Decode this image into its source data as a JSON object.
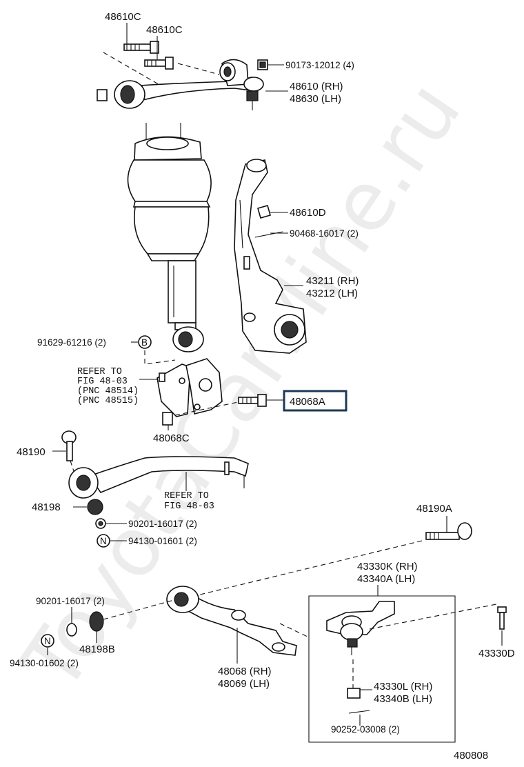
{
  "watermark": "ToyotaCarMine.ru",
  "diagram_code": "480808",
  "labels": {
    "p48610c_a": "48610C",
    "p48610c_b": "48610C",
    "p90173": "90173-12012 (4)",
    "p48610": "48610 (RH)",
    "p48630": "48630 (LH)",
    "p48610d": "48610D",
    "p90468": "90468-16017 (2)",
    "p43211": "43211 (RH)",
    "p43212": "43212 (LH)",
    "p91629": "91629-61216 (2)",
    "ref1_a": "REFER TO",
    "ref1_b": "FIG 48-03",
    "ref1_c": "(PNC 48514)",
    "ref1_d": "(PNC 48515)",
    "p48068a": "48068A",
    "p48068c": "48068C",
    "p48190": "48190",
    "ref2_a": "REFER TO",
    "ref2_b": "FIG 48-03",
    "p48198": "48198",
    "p90201_a": "90201-16017 (2)",
    "p94130_a": "94130-01601 (2)",
    "p48190a": "48190A",
    "p43330k": "43330K (RH)",
    "p43340a": "43340A (LH)",
    "p90201_b": "90201-16017 (2)",
    "p48198b": "48198B",
    "p94130_b": "94130-01602 (2)",
    "p48068": "48068 (RH)",
    "p48069": "48069 (LH)",
    "p43330d": "43330D",
    "p43330l": "43330L (RH)",
    "p43340b": "43340B (LH)",
    "p90252": "90252-03008 (2)"
  },
  "badges": {
    "b": "B",
    "n1": "N",
    "n2": "N"
  }
}
